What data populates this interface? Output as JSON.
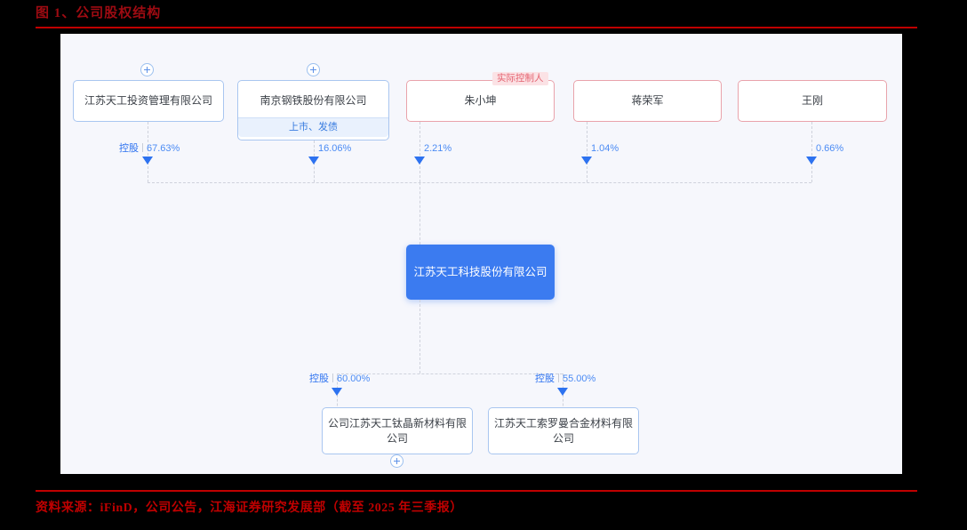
{
  "figure": {
    "title": "图 1、公司股权结构",
    "source": "资料来源：iFinD，公司公告，江海证券研究发展部（截至 2025 年三季报）",
    "accent_color": "#c00000",
    "title_color": "#9e0b12"
  },
  "diagram": {
    "canvas_background": "#f6f7fc",
    "primary_color": "#3b7bf0",
    "edge_color": "#cfd2dc",
    "label_color": "#4b8bf4",
    "person_border_color": "#e9a3ab",
    "company_border_color": "#a9c6f0",
    "center": {
      "name": "江苏天工科技股份有限公司"
    },
    "shareholders": [
      {
        "name": "江苏天工投资管理有限公司",
        "type": "company",
        "relation": "控股",
        "percent": "67.63%",
        "expandable": true,
        "tag": "",
        "footer": ""
      },
      {
        "name": "南京钢铁股份有限公司",
        "type": "company",
        "relation": "",
        "percent": "16.06%",
        "expandable": true,
        "tag": "",
        "footer": "上市、发债"
      },
      {
        "name": "朱小坤",
        "type": "person",
        "relation": "",
        "percent": "2.21%",
        "expandable": false,
        "tag": "实际控制人",
        "footer": ""
      },
      {
        "name": "蒋荣军",
        "type": "person",
        "relation": "",
        "percent": "1.04%",
        "expandable": false,
        "tag": "",
        "footer": ""
      },
      {
        "name": "王刚",
        "type": "person",
        "relation": "",
        "percent": "0.66%",
        "expandable": false,
        "tag": "",
        "footer": ""
      }
    ],
    "subsidiaries": [
      {
        "name": "公司江苏天工钛晶新材料有限公司",
        "relation": "控股",
        "percent": "60.00%",
        "expandable": true
      },
      {
        "name": "江苏天工索罗曼合金材料有限公司",
        "relation": "控股",
        "percent": "55.00%",
        "expandable": false
      }
    ]
  }
}
